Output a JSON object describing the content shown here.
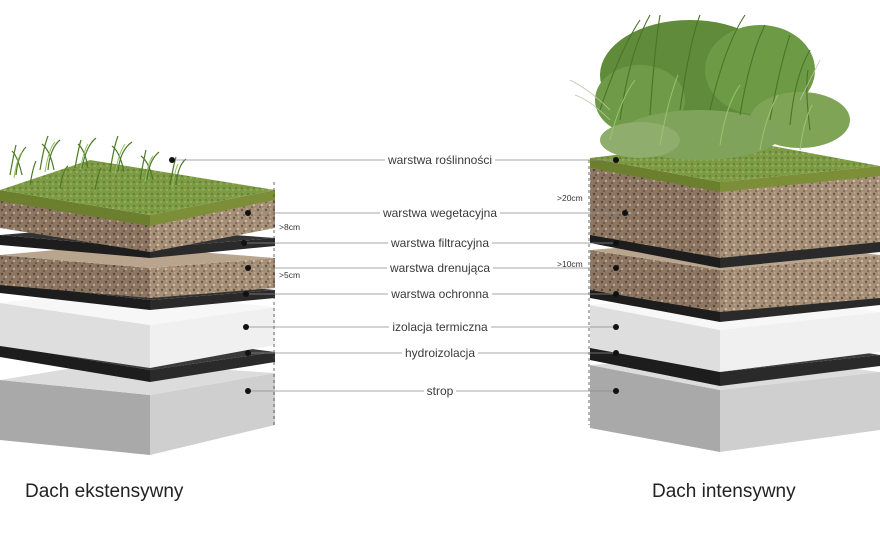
{
  "layers": [
    {
      "label": "warstwa roślinności"
    },
    {
      "label": "warstwa wegetacyjna"
    },
    {
      "label": "warstwa filtracyjna"
    },
    {
      "label": "warstwa drenująca"
    },
    {
      "label": "warstwa ochronna"
    },
    {
      "label": "izolacja termiczna"
    },
    {
      "label": "hydroizolacja"
    },
    {
      "label": "strop"
    }
  ],
  "left_roof": {
    "caption": "Dach ekstensywny",
    "dims": {
      "vegetation": ">8cm",
      "drainage": ">5cm"
    }
  },
  "right_roof": {
    "caption": "Dach intensywny",
    "dims": {
      "vegetation": ">20cm",
      "drainage": ">10cm"
    }
  },
  "colors": {
    "grass": "#6f9a3c",
    "soil": "#a48c74",
    "black_membrane": "#232323",
    "insulation": "#e9e9e9",
    "concrete": "#b7b7b7",
    "leader": "#888888"
  }
}
